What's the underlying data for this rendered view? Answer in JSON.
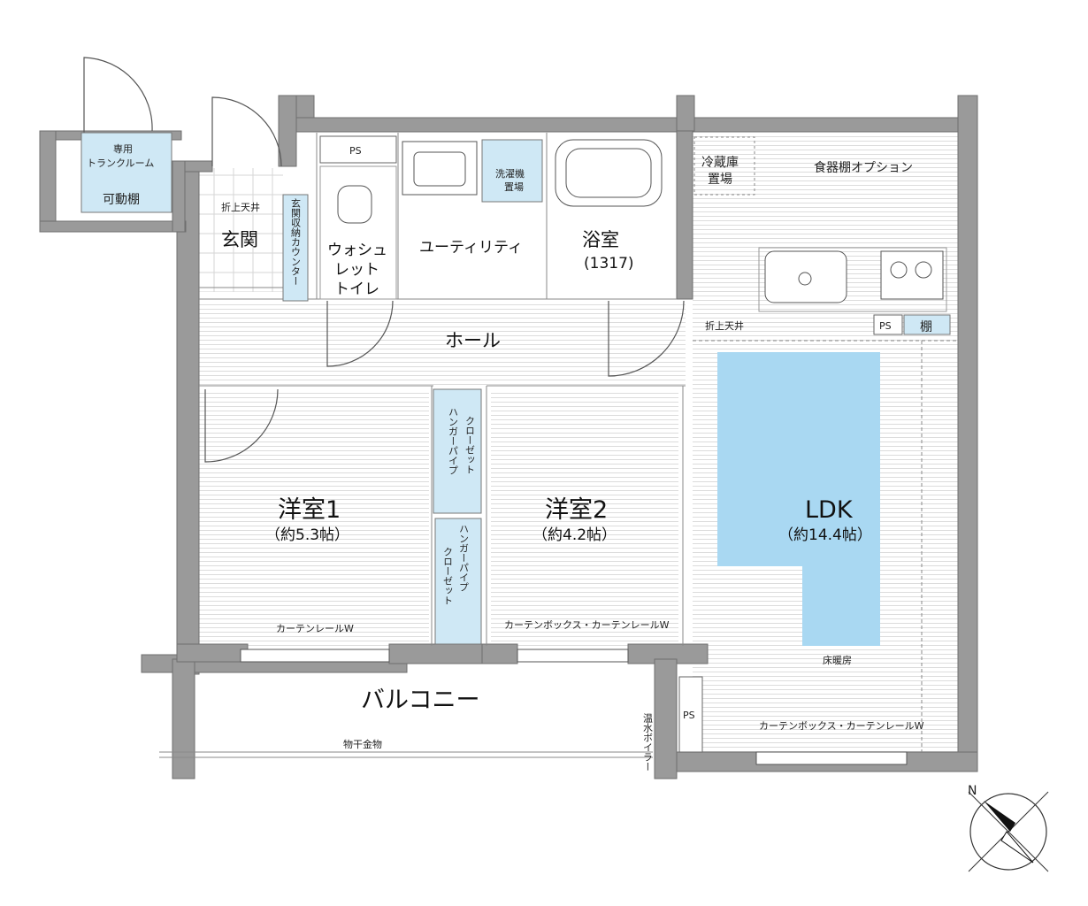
{
  "rooms": {
    "genkan": "玄関",
    "genkan_ceiling": "折上天井",
    "genkan_counter": "玄関収納カウンター",
    "trunk_room": [
      "専用",
      "トランクルーム"
    ],
    "movable_shelf": "可動棚",
    "ps": "PS",
    "toilet": [
      "ウォシュ",
      "レット",
      "トイレ"
    ],
    "utility": "ユーティリティ",
    "washer": [
      "洗濯機",
      "置場"
    ],
    "bath": "浴室",
    "bath_size": "(1317)",
    "fridge": [
      "冷蔵庫",
      "置場"
    ],
    "cupboard": "食器棚オプション",
    "hall": "ホール",
    "ldk_ceiling": "折上天井",
    "shelf": "棚",
    "room1": "洋室1",
    "room1_size": "（約5.3帖）",
    "room2": "洋室2",
    "room2_size": "（約4.2帖）",
    "ldk": "LDK",
    "ldk_size": "（約14.4帖）",
    "floor_heating": "床暖房",
    "closet_a": [
      "クローゼット",
      "ハンガーパイプ"
    ],
    "closet_b": [
      "ハンガーパイプ",
      "クローゼット"
    ],
    "curtain1": "カーテンレールW",
    "curtain2": "カーテンボックス・カーテンレールW",
    "curtain_ldk": "カーテンボックス・カーテンレールW",
    "balcony": "バルコニー",
    "drying": "物干金物",
    "water_heater": "温水ボイラー",
    "compass": "N"
  },
  "colors": {
    "wall": "#9a9a9a",
    "highlight": "#a9d8f2",
    "closet": "#cfe8f5"
  }
}
